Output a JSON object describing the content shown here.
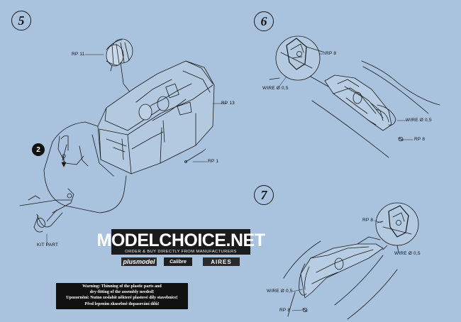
{
  "steps": {
    "five": "5",
    "six": "6",
    "seven": "7"
  },
  "step5": {
    "rp11": "RP 11",
    "rp13": "RP 13",
    "rp1": "RP 1",
    "kit_part": "KIT PART",
    "badge": "2"
  },
  "step6": {
    "rp8_top": "RP 8",
    "wire_left": "WIRE Ø 0,5",
    "wire_right": "WIRE Ø 0,5",
    "rp8_bottom": "RP 8"
  },
  "step7": {
    "rp8_top": "RP 8",
    "wire_right": "WIRE Ø 0,5",
    "wire_left": "WIRE Ø 0,5",
    "rp8_bottom": "RP 8"
  },
  "ad": {
    "title": "MODELCHOICE.NET",
    "tagline": "ORDER & BUY DIRECTLY FROM MANUFACTURERS",
    "brands": [
      "plusmodel",
      "Calibre",
      "AIRES"
    ]
  },
  "warning": {
    "line1": "Warning: Thinning of the plastic parts and",
    "line2": "dry-fitting of the assembly needed!",
    "line3": "Upozornění: Nutno zeslabit některé plastové díly stavebnice!",
    "line4": "Před lepením zkusebně dopasování dílů!"
  },
  "colors": {
    "paper": "#a9c2dd",
    "ink": "#1a1a1a"
  }
}
